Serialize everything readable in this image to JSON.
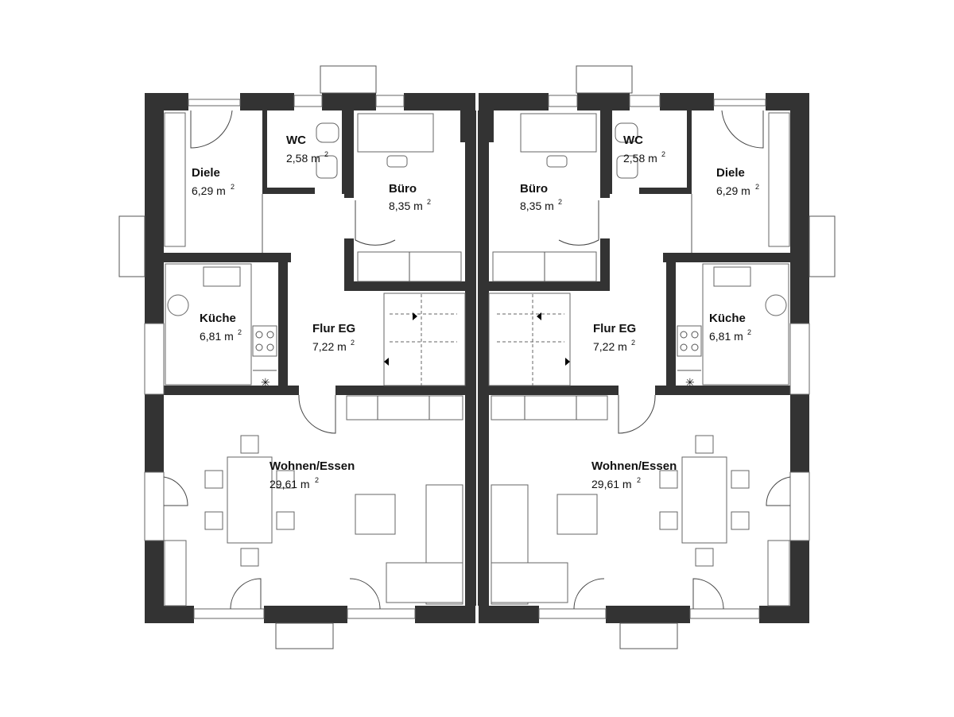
{
  "units": {
    "left": {
      "rooms": [
        {
          "id": "diele-l",
          "name": "Diele",
          "area": "6,29 m",
          "sup": "2"
        },
        {
          "id": "wc-l",
          "name": "WC",
          "area": "2,58 m",
          "sup": "2"
        },
        {
          "id": "buero-l",
          "name": "Büro",
          "area": "8,35 m",
          "sup": "2"
        },
        {
          "id": "kueche-l",
          "name": "Küche",
          "area": "6,81 m",
          "sup": "2"
        },
        {
          "id": "flur-l",
          "name": "Flur EG",
          "area": "7,22 m",
          "sup": "2"
        },
        {
          "id": "wohnen-l",
          "name": "Wohnen/Essen",
          "area": "29,61 m",
          "sup": "2"
        }
      ]
    },
    "right": {
      "rooms": [
        {
          "id": "diele-r",
          "name": "Diele",
          "area": "6,29 m",
          "sup": "2"
        },
        {
          "id": "wc-r",
          "name": "WC",
          "area": "2,58 m",
          "sup": "2"
        },
        {
          "id": "buero-r",
          "name": "Büro",
          "area": "8,35 m",
          "sup": "2"
        },
        {
          "id": "kueche-r",
          "name": "Küche",
          "area": "6,81 m",
          "sup": "2"
        },
        {
          "id": "flur-r",
          "name": "Flur EG",
          "area": "7,22 m",
          "sup": "2"
        },
        {
          "id": "wohnen-r",
          "name": "Wohnen/Essen",
          "area": "29,61 m",
          "sup": "2"
        }
      ]
    }
  },
  "colors": {
    "wall": "#333333",
    "line": "#555555",
    "background": "#ffffff"
  }
}
